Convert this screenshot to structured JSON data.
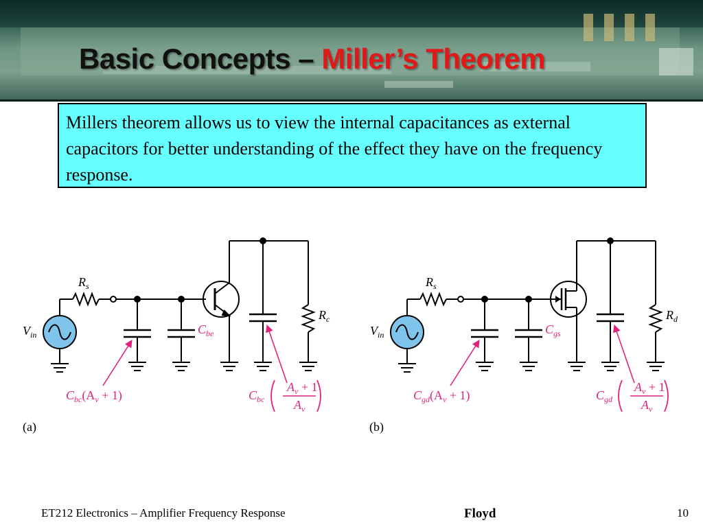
{
  "header": {
    "title_main": "Basic Concepts – ",
    "title_accent": "Miller’s Theorem",
    "accent_color": "#e01818"
  },
  "info_box": {
    "text": "Millers theorem allows us to view the internal capacitances as external capacitors for better understanding of the effect they have on the frequency response.",
    "background": "#66ffff"
  },
  "diagram_a": {
    "panel_label": "(a)",
    "source_label": "V",
    "source_sub": "in",
    "rs_label": "R",
    "rs_sub": "s",
    "rc_label": "R",
    "rc_sub": "c",
    "internal_cap_label": "C",
    "internal_cap_sub": "be",
    "miller_in_c": "C",
    "miller_in_sub": "bc",
    "miller_in_expr": "(A",
    "miller_in_expr_sub": "v",
    "miller_in_tail": " + 1)",
    "miller_out_c": "C",
    "miller_out_sub": "bc",
    "frac_num": "A",
    "frac_num_sub": "v",
    "frac_num_tail": " + 1",
    "frac_den": "A",
    "frac_den_sub": "v"
  },
  "diagram_b": {
    "panel_label": "(b)",
    "source_label": "V",
    "source_sub": "in",
    "rs_label": "R",
    "rs_sub": "s",
    "rd_label": "R",
    "rd_sub": "d",
    "internal_cap_label": "C",
    "internal_cap_sub": "gs",
    "miller_in_c": "C",
    "miller_in_sub": "gd",
    "miller_in_expr": "(A",
    "miller_in_expr_sub": "v",
    "miller_in_tail": " + 1)",
    "miller_out_c": "C",
    "miller_out_sub": "gd",
    "frac_num": "A",
    "frac_num_sub": "v",
    "frac_num_tail": " + 1",
    "frac_den": "A",
    "frac_den_sub": "v"
  },
  "colors": {
    "source_fill": "#7fc4ea",
    "label_magenta": "#e0237a",
    "wire": "#000000"
  },
  "footer": {
    "course": "ET212 Electronics – Amplifier Frequency Response",
    "author": "Floyd",
    "page_number": "10"
  }
}
